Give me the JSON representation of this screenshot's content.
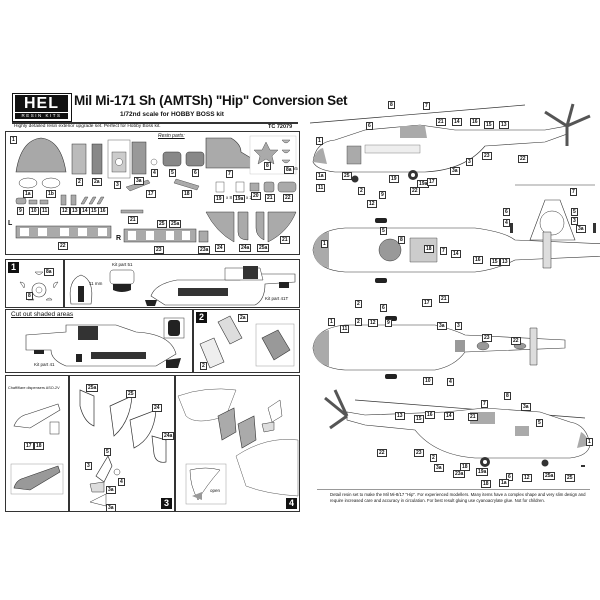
{
  "header": {
    "logo_main": "HEL",
    "logo_sub": "RESIN KITS",
    "title": "Mil Mi-171 Sh (AMTSh) \"Hip\" Conversion Set",
    "subtitle": "1/72nd scale for HOBBY BOSS kit",
    "tagline": "Highly detailed resin exterior upgrade set. Perfect for Hobby Boss kit.",
    "code": "TC 72079"
  },
  "parts_panel": {
    "heading": "Resin parts:",
    "labels": [
      "1",
      "1a",
      "1b",
      "2",
      "2a",
      "3",
      "3a",
      "4",
      "5",
      "6",
      "7",
      "8",
      "8a",
      "9",
      "10",
      "11",
      "12",
      "13",
      "14",
      "15",
      "16",
      "17",
      "18",
      "19",
      "19a",
      "20",
      "21",
      "22",
      "23",
      "23a",
      "24",
      "24a",
      "25",
      "25a",
      "L",
      "R"
    ],
    "multipliers": {
      "19": "x 8",
      "19a": "x 2",
      "8a": "x5"
    }
  },
  "steps": [
    {
      "number": "1",
      "notes": [
        "8a",
        "8",
        "11 mm",
        "Kit part 51",
        "Kit part 41T"
      ]
    },
    {
      "number": "cut",
      "heading": "Cut out shaded areas",
      "notes": [
        "Kit part 41"
      ]
    },
    {
      "number": "2",
      "notes": [
        "2a",
        "2"
      ]
    },
    {
      "number": "flare",
      "heading": "Chaff/flare dispensers ASO-2V",
      "notes": [
        "17",
        "18"
      ]
    },
    {
      "number": "3",
      "notes": [
        "25a",
        "25",
        "24",
        "24a",
        "4",
        "5",
        "3",
        "4",
        "3a",
        "3a"
      ]
    },
    {
      "number": "4",
      "notes": [
        "open"
      ]
    }
  ],
  "views": {
    "side_left": [
      "8",
      "7",
      "21",
      "14",
      "16",
      "15",
      "13",
      "1",
      "6",
      "3",
      "23",
      "22",
      "1a",
      "25",
      "11",
      "2",
      "9",
      "19",
      "22",
      "19a",
      "17",
      "3a",
      "12"
    ],
    "front": [
      "7",
      "6",
      "5",
      "4",
      "3",
      "3a"
    ],
    "top": [
      "5",
      "8",
      "18",
      "7",
      "14",
      "16",
      "15",
      "13",
      "1",
      "2",
      "6",
      "17",
      "21"
    ],
    "bottom": [
      "1",
      "11",
      "2",
      "12",
      "9",
      "3a",
      "3",
      "23",
      "22",
      "4",
      "10"
    ],
    "side_right": [
      "8",
      "7",
      "3a",
      "5",
      "13",
      "15",
      "16",
      "14",
      "21",
      "1",
      "22",
      "23",
      "2",
      "3a",
      "23a",
      "18",
      "19a",
      "18",
      "19",
      "6",
      "12",
      "25a",
      "25",
      "1a"
    ]
  },
  "footer": {
    "note": "Detail resin set to make the Mil Mi-8/17 \"Hip\". For experienced modellers. Many items have a complex shape and very slim design and require increased care and accuracy in circulation. For best result gluing use cyanoacrylate glue. Not for children."
  }
}
